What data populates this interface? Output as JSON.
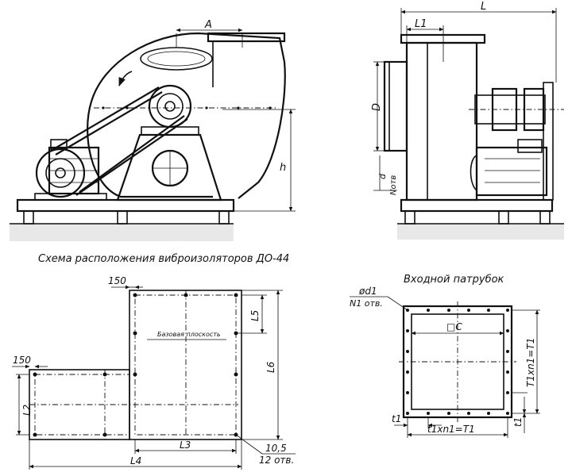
{
  "labels": {
    "dim_A": "A",
    "dim_h": "h",
    "dim_L": "L",
    "dim_L1": "L1",
    "dim_D": "D",
    "dim_d": "d",
    "dim_Nomv": "Nотв",
    "vib_title": "Схема расположения виброизоляторов ДО-44",
    "dim_150_top": "150",
    "dim_150_left": "150",
    "dim_L5": "L5",
    "dim_L6": "L6",
    "dim_L2": "L2",
    "dim_L3": "L3",
    "dim_L4": "L4",
    "dim_10_5": "10,5",
    "dim_12_holes": "12 отв.",
    "base_plane": "Базовая плоскость",
    "inlet_title": "Входной патрубок",
    "dim_d1": "ød1",
    "dim_N1": "N1 отв.",
    "dim_C": "□C",
    "dim_t1_bottom": "t1",
    "dim_t1xn1_bottom": "t1xn1=T1",
    "dim_t1_right": "t1",
    "dim_t1xn1_right": "T1xn1=T1"
  }
}
